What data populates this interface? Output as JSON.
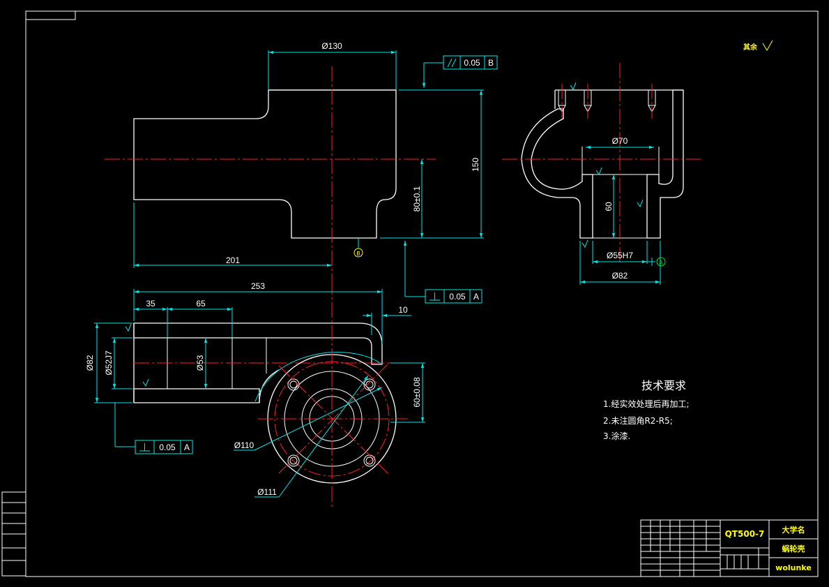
{
  "dimensions": {
    "d130": "Ø130",
    "tol_parallel_value": "0.05",
    "tol_parallel_datum": "B",
    "h150": "150",
    "h80": "80±0.1",
    "l201": "201",
    "datum_b": "B",
    "tol_perp_value": "0.05",
    "tol_perp_datum": "A",
    "l253": "253",
    "l35": "35",
    "l65": "65",
    "l10": "10",
    "d82_left": "Ø82",
    "d52": "Ø52J7",
    "d53": "Ø53",
    "l60": "60±0.08",
    "d110": "Ø110",
    "d111": "Ø111",
    "tol_perp2_value": "0.05",
    "tol_perp2_datum": "A",
    "d70": "Ø70",
    "h60": "60",
    "d55": "Ø55H7",
    "d82_right": "Ø82",
    "datum_a": "A"
  },
  "roughness_note": "其余",
  "tech_requirements": {
    "title": "技术要求",
    "items": [
      "1.经实效处理后再加工;",
      "2.未注圆角R2-R5;",
      "3.涂漆."
    ]
  },
  "title_block": {
    "material": "QT500-7",
    "school": "大学名",
    "part_name": "蜗轮壳",
    "drawer": "wolunke"
  },
  "colors": {
    "background": "#000000",
    "outline": "#ffffff",
    "center_line": "#ff2020",
    "dimension": "#00e6e6",
    "hatch": "#00e600",
    "annotation": "#ffff00"
  }
}
